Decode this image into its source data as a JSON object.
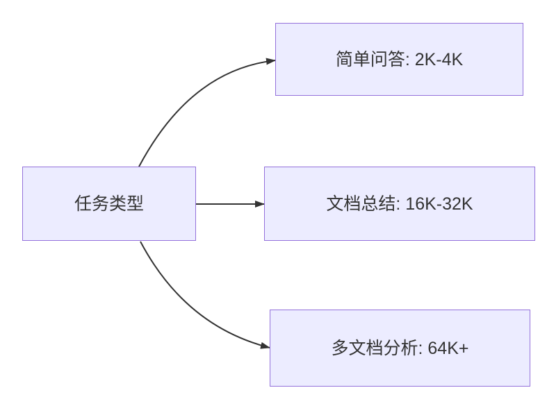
{
  "diagram": {
    "type": "flowchart-left-to-right",
    "root": {
      "label": "任务类型"
    },
    "branches": [
      {
        "label": "简单问答: 2K-4K"
      },
      {
        "label": "文档总结: 16K-32K"
      },
      {
        "label": "多文档分析: 64K+"
      }
    ],
    "colors": {
      "background": "#FFFFFF",
      "node_fill": "#ECECFF",
      "node_border": "#9370DB",
      "edge": "#333333",
      "text": "#333333"
    }
  }
}
